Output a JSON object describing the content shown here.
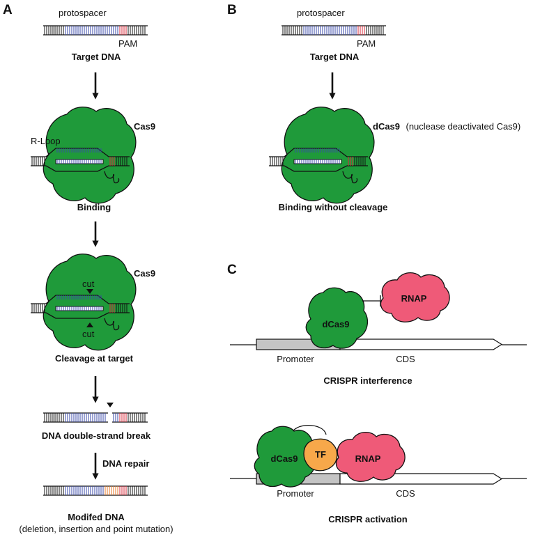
{
  "panels": {
    "a": "A",
    "b": "B",
    "c": "C"
  },
  "colors": {
    "cas9": "#1f9a3a",
    "rnap": "#ef5a78",
    "tf": "#f7a84a",
    "protospacer": "#3a4aa8",
    "pam": "#d8283a",
    "mutation": "#e87a2a",
    "promoter": "#c4c4c4"
  },
  "panel_a": {
    "dna_protospacer": "protospacer",
    "dna_pam": "PAM",
    "dna_title": "Target DNA",
    "cas9_1": "Cas9",
    "rloop": "R-Loop",
    "binding": "Binding",
    "cas9_2": "Cas9",
    "cut_top": "cut",
    "cut_bottom": "cut",
    "cleavage": "Cleavage at target",
    "dsb": "DNA double-strand break",
    "repair": "DNA repair",
    "modified": "Modifed DNA",
    "modified_sub": "(deletion, insertion and point mutation)"
  },
  "panel_b": {
    "dna_protospacer": "protospacer",
    "dna_pam": "PAM",
    "dna_title": "Target DNA",
    "dcas9": "dCas9",
    "dcas9_desc": "(nuclease deactivated Cas9)",
    "binding": "Binding without cleavage"
  },
  "panel_c": {
    "interference": {
      "dcas9": "dCas9",
      "rnap": "RNAP",
      "promoter": "Promoter",
      "cds": "CDS",
      "title": "CRISPR interference"
    },
    "activation": {
      "dcas9": "dCas9",
      "tf": "TF",
      "rnap": "RNAP",
      "promoter": "Promoter",
      "cds": "CDS",
      "title": "CRISPR activation"
    }
  }
}
